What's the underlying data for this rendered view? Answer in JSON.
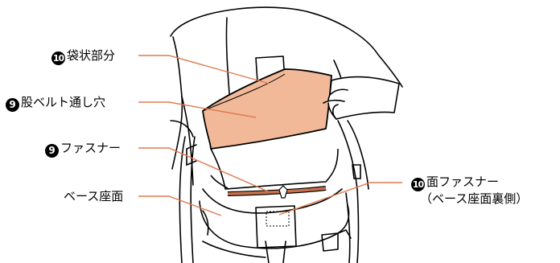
{
  "labels": {
    "bag": {
      "number": "10",
      "text": "袋状部分"
    },
    "crotch_belt_hole": {
      "number": "9",
      "text": "股ベルト通し穴"
    },
    "zipper": {
      "number": "9",
      "text": "ファスナー"
    },
    "base_seat": {
      "text": "ベース座面"
    },
    "surface_zipper": {
      "number": "10",
      "text": "面ファスナー",
      "sub": "（ベース座面裏側）"
    }
  },
  "colors": {
    "bag_fill": "#f2b998",
    "leader_line": "#e07a50",
    "zipper": "#c9714a",
    "outline": "#000000"
  }
}
